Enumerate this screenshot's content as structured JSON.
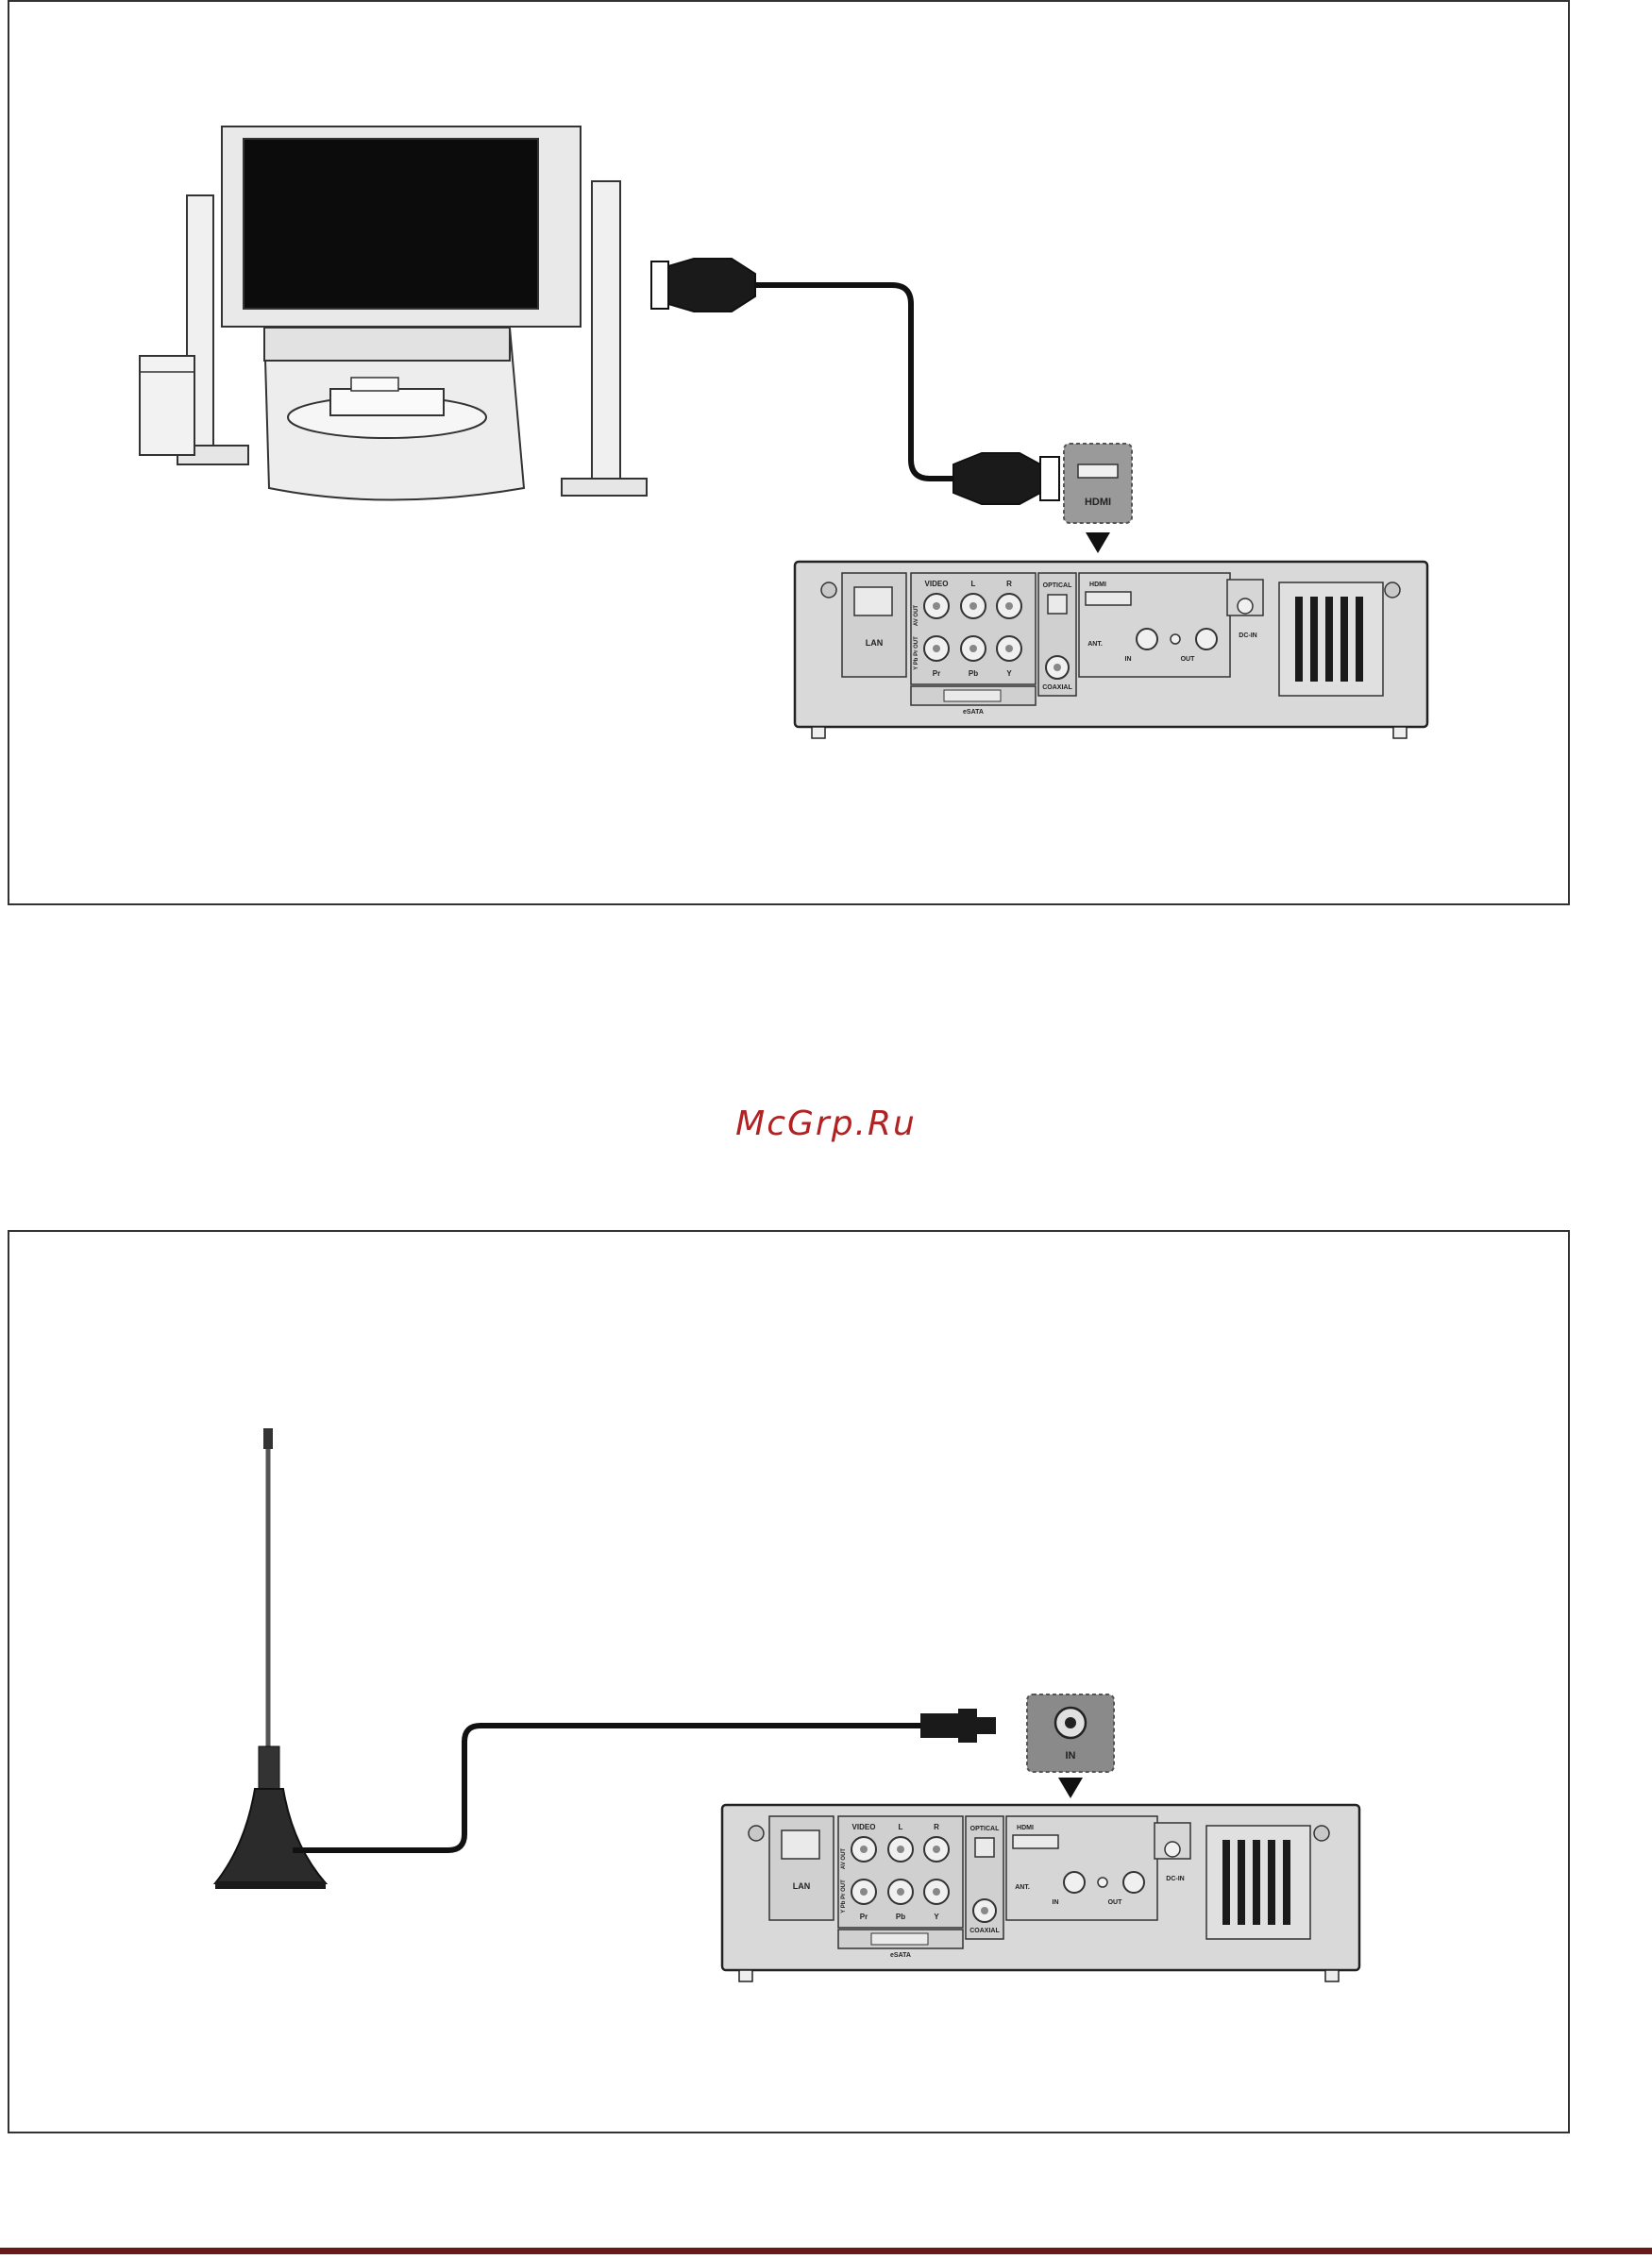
{
  "watermark": {
    "text": "McGrp.Ru"
  },
  "colors": {
    "watermark": "#b22222",
    "footer_rule": "#6b1a1a",
    "cable": "#111111",
    "device_panel": "#d9d9d9"
  },
  "device_labels": {
    "video": "VIDEO",
    "audio_left": "L",
    "audio_right": "R",
    "av_out": "AV OUT",
    "ypbpr_out": "Y Pb Pr OUT",
    "pr": "Pr",
    "pb": "Pb",
    "y": "Y",
    "optical": "OPTICAL",
    "hdmi": "HDMI",
    "lan": "LAN",
    "coaxial": "COAXIAL",
    "ant": "ANT.",
    "ant_in": "IN",
    "ant_out": "OUT",
    "dc_in": "DC-IN",
    "esata": "eSATA"
  },
  "callouts": {
    "hdmi_port": "HDMI",
    "antenna_in": "IN"
  },
  "icons": [
    "tv-system-icon",
    "hdmi-cable-icon",
    "antenna-icon",
    "coax-cable-icon",
    "media-player-rear-panel-icon"
  ]
}
